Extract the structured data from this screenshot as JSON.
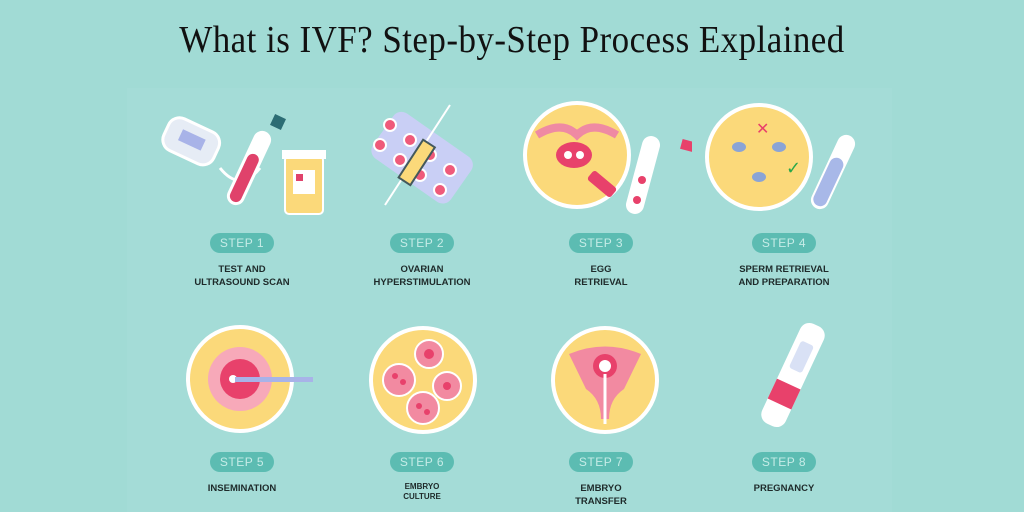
{
  "title": "What is IVF? Step-by-Step Process Explained",
  "steps": [
    {
      "badge": "STEP 1",
      "label_line1": "TEST AND",
      "label_line2": "ULTRASOUND SCAN",
      "icon": "ultrasound-and-test-tubes-icon"
    },
    {
      "badge": "STEP 2",
      "label_line1": "OVARIAN",
      "label_line2": "HYPERSTIMULATION",
      "icon": "syringe-and-pills-icon"
    },
    {
      "badge": "STEP 3",
      "label_line1": "EGG",
      "label_line2": "RETRIEVAL",
      "icon": "egg-retrieval-icon"
    },
    {
      "badge": "STEP 4",
      "label_line1": "SPERM RETRIEVAL",
      "label_line2": "AND PREPARATION",
      "icon": "sperm-icon"
    },
    {
      "badge": "STEP 5",
      "label_line1": "INSEMINATION",
      "label_line2": "",
      "icon": "insemination-icon"
    },
    {
      "badge": "STEP 6",
      "label_line1": "EMBRYO",
      "label_line2": "CULTURE",
      "icon": "embryo-culture-icon"
    },
    {
      "badge": "STEP 7",
      "label_line1": "EMBRYO",
      "label_line2": "TRANSFER",
      "icon": "uterus-icon"
    },
    {
      "badge": "STEP 8",
      "label_line1": "PREGNANCY",
      "label_line2": "",
      "icon": "pregnancy-test-icon"
    }
  ],
  "colors": {
    "background": "#a1dbd5",
    "pill": "#5cbcb2",
    "pink": "#e8416b",
    "yellow": "#fbd97a"
  }
}
